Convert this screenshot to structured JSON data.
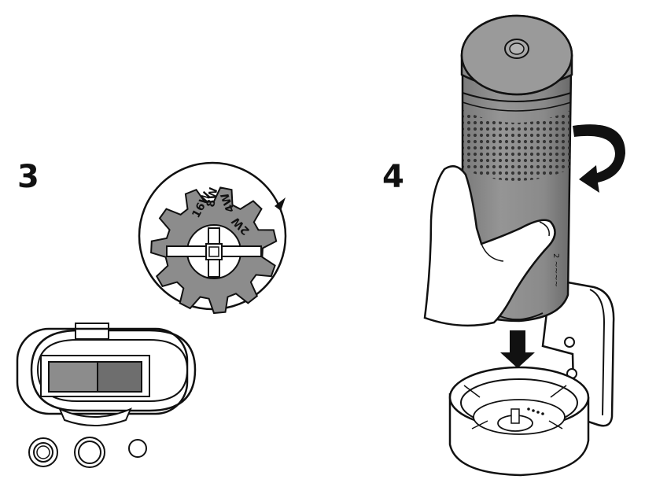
{
  "step3": {
    "number": "3"
  },
  "step4": {
    "number": "4"
  },
  "dial": {
    "settings": [
      "16W",
      "8W",
      "4W",
      "2W"
    ]
  },
  "body_label": "2 ~~~~",
  "colors": {
    "line": "#111111",
    "part_fill": "#8c8c8c",
    "part_light": "#b4b4b4",
    "part_dark": "#6e6e6e",
    "background": "#ffffff"
  }
}
